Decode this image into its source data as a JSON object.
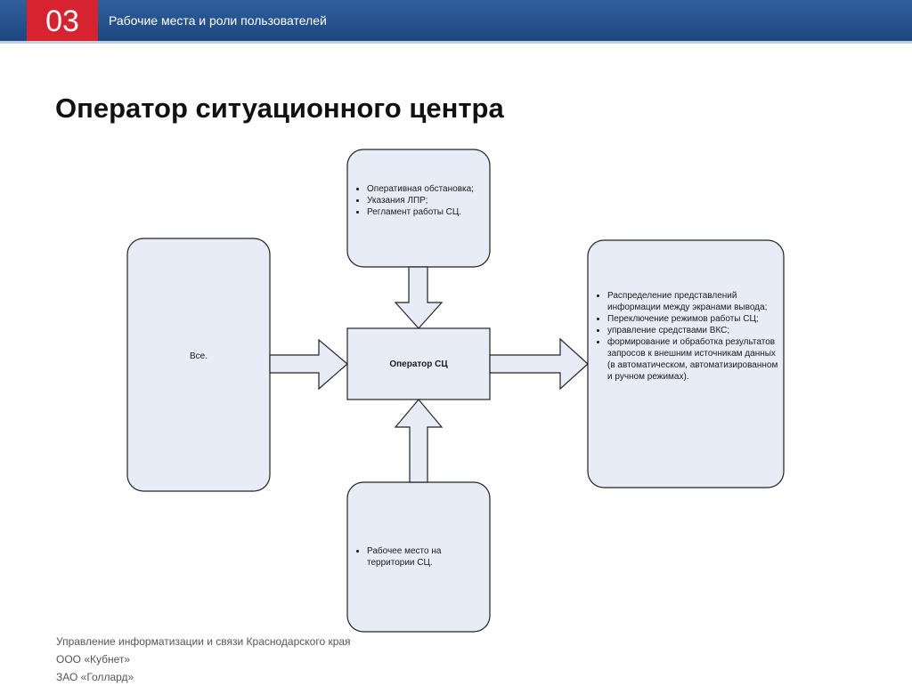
{
  "header": {
    "section_number": "03",
    "section_title": "Рабочие места и роли пользователей"
  },
  "title": "Оператор ситуационного центра",
  "diagram": {
    "center": "Оператор СЦ",
    "top_items": [
      "Оперативная обстановка;",
      "Указания ЛПР;",
      "Регламент работы СЦ."
    ],
    "left_text": "Все.",
    "right_items": [
      "Распределение представлений информации между экранами вывода;",
      "Переключение режимов работы СЦ;",
      "управление средствами ВКС;",
      "формирование и обработка результатов запросов к внешним источникам данных (в автоматическом, автоматизированном и ручном режимах)."
    ],
    "bottom_items": [
      "Рабочее место на территории СЦ."
    ]
  },
  "footer": {
    "lines": [
      "Управление информатизации и связи Краснодарского края",
      "ООО «Кубнет»",
      "ЗАО «Голлард»"
    ]
  }
}
